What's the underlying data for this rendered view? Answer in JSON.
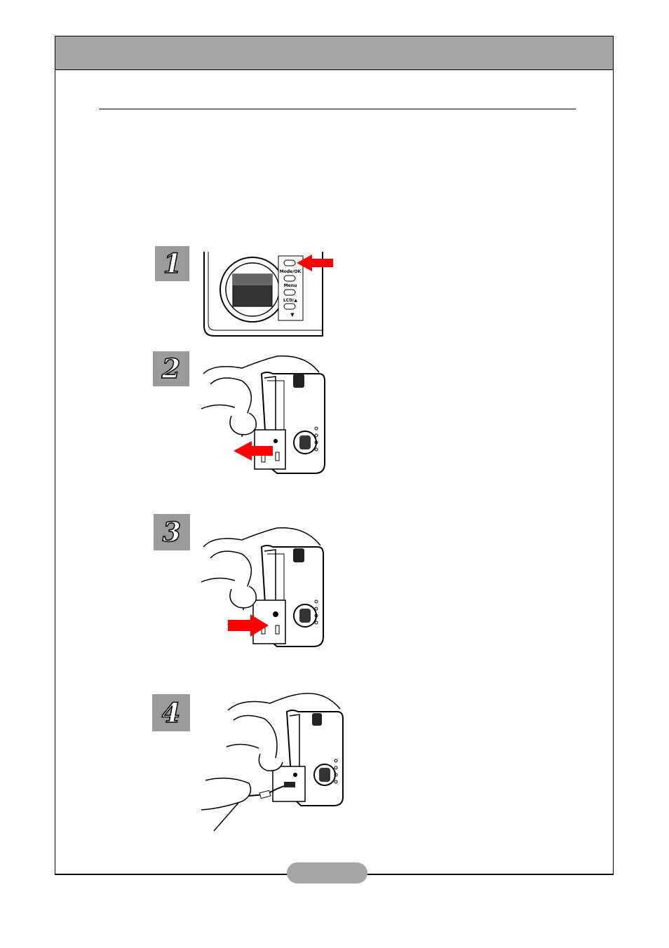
{
  "steps": [
    {
      "number": "1"
    },
    {
      "number": "2"
    },
    {
      "number": "3"
    },
    {
      "number": "4"
    }
  ],
  "camera_buttons": {
    "mode_ok": "Mode/OK",
    "menu": "Menu",
    "lcd": "LCD/▲",
    "flash": "▼"
  },
  "colors": {
    "header": "#a6a6a6",
    "badge": "#9a9a9a",
    "arrow": "#ff0000"
  }
}
